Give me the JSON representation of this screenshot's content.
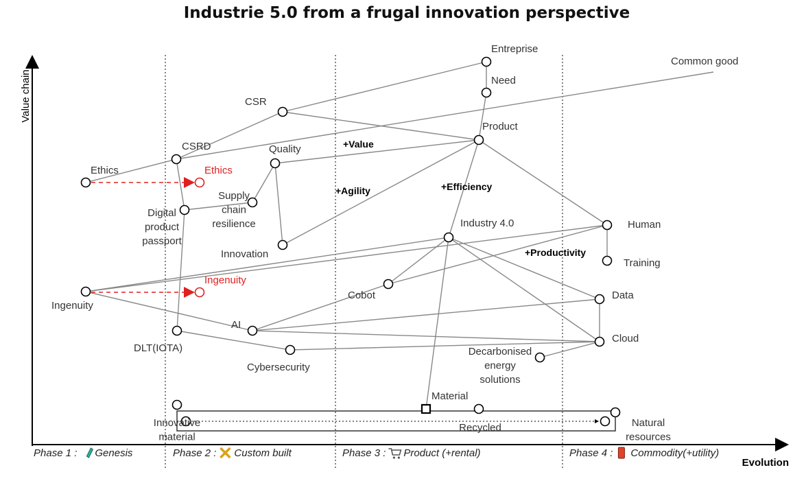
{
  "title": "Industrie 5.0 from a frugal innovation perspective",
  "axes": {
    "y_label": "Value chain",
    "x_label": "Evolution"
  },
  "phases": [
    {
      "label": "Phase 1 :",
      "name": "Genesis",
      "icon": "test-tube-icon"
    },
    {
      "label": "Phase 2 :",
      "name": "Custom built",
      "icon": "tools-icon"
    },
    {
      "label": "Phase 3 :",
      "name": "Product (+rental)",
      "icon": "cart-icon"
    },
    {
      "label": "Phase 4 :",
      "name": "Commodity(+utility)",
      "icon": "battery-icon"
    }
  ],
  "annotations": [
    "+Value",
    "+Agility",
    "+Efficiency",
    "+Productivity"
  ],
  "nodes": {
    "entreprise": [
      "Entreprise"
    ],
    "need": [
      "Need"
    ],
    "commongood": [
      "Common good"
    ],
    "csr": [
      "CSR"
    ],
    "product": [
      "Product"
    ],
    "csrd": [
      "CSRD"
    ],
    "quality": [
      "Quality"
    ],
    "ethics": [
      "Ethics"
    ],
    "ethics_future": [
      "Ethics"
    ],
    "supply": [
      "Supply",
      "chain",
      "resilience"
    ],
    "dpp": [
      "Digital",
      "product",
      "passport"
    ],
    "innovation": [
      "Innovation"
    ],
    "industry40": [
      "Industry 4.0"
    ],
    "human": [
      "Human"
    ],
    "training": [
      "Training"
    ],
    "ingenuity": [
      "Ingenuity"
    ],
    "ingenuity_future": [
      "Ingenuity"
    ],
    "cobot": [
      "Cobot"
    ],
    "data": [
      "Data"
    ],
    "ai": [
      "AI"
    ],
    "dlt": [
      "DLT(IOTA)"
    ],
    "cloud": [
      "Cloud"
    ],
    "cyber": [
      "Cybersecurity"
    ],
    "decarb": [
      "Decarbonised",
      "energy",
      "solutions"
    ],
    "material": [
      "Material"
    ],
    "innovative": [
      "Innovative",
      "material"
    ],
    "recycled": [
      "Recycled"
    ],
    "natural": [
      "Natural",
      "resources"
    ]
  },
  "edges": [
    [
      "ethics",
      "csrd"
    ],
    [
      "csrd",
      "commongood"
    ],
    [
      "csrd",
      "csr"
    ],
    [
      "csr",
      "entreprise"
    ],
    [
      "entreprise",
      "need"
    ],
    [
      "need",
      "product"
    ],
    [
      "csr",
      "product"
    ],
    [
      "csrd",
      "dpp"
    ],
    [
      "dpp",
      "supply"
    ],
    [
      "supply",
      "quality"
    ],
    [
      "quality",
      "product"
    ],
    [
      "quality",
      "innovation"
    ],
    [
      "innovation",
      "product"
    ],
    [
      "product",
      "industry40"
    ],
    [
      "product",
      "human"
    ],
    [
      "human",
      "training"
    ],
    [
      "industry40",
      "cobot"
    ],
    [
      "industry40",
      "material"
    ],
    [
      "industry40",
      "data"
    ],
    [
      "industry40",
      "cloud"
    ],
    [
      "ingenuity",
      "industry40"
    ],
    [
      "ingenuity",
      "human"
    ],
    [
      "ingenuity",
      "ai"
    ],
    [
      "ai",
      "cloud"
    ],
    [
      "ai",
      "data"
    ],
    [
      "ai",
      "cobot"
    ],
    [
      "cobot",
      "human"
    ],
    [
      "dpp",
      "dlt"
    ],
    [
      "dlt",
      "cyber"
    ],
    [
      "cyber",
      "cloud"
    ],
    [
      "decarb",
      "cloud"
    ],
    [
      "data",
      "cloud"
    ]
  ]
}
